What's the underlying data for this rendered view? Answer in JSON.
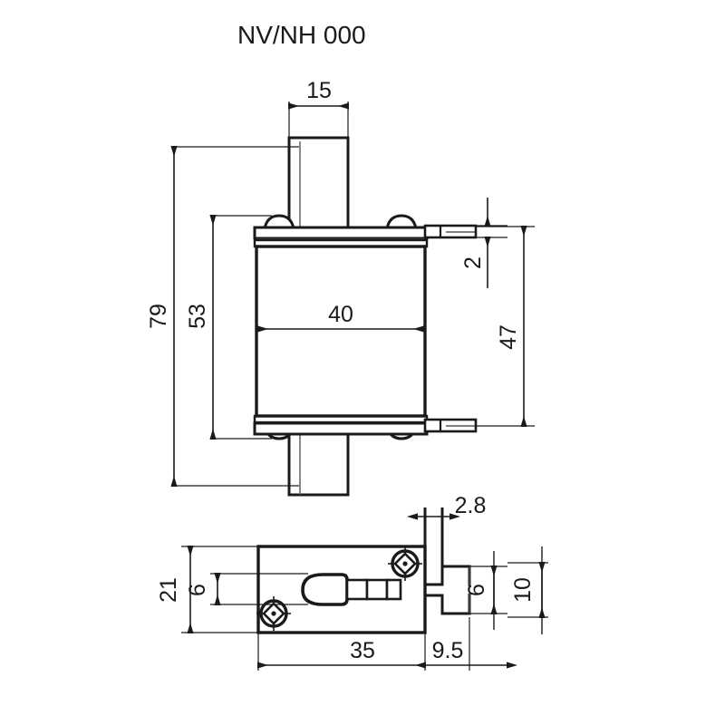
{
  "title": "NV/NH 000",
  "drawing": {
    "type": "mechanical-dimension-drawing",
    "units": "mm",
    "description": "NH fuse link dimensional drawing: front view and bottom view",
    "views": [
      {
        "name": "front-view",
        "label": ""
      },
      {
        "name": "bottom-view",
        "label": ""
      }
    ]
  },
  "dimensions": {
    "blade_width": "15",
    "overall_height": "79",
    "body_height": "53",
    "body_width": "40",
    "blade_thickness": "2",
    "contact_span": "47",
    "side_height": "21",
    "pin_height": "6",
    "blade_tab_height": "6",
    "blade_total_height": "10",
    "blade_tab_thickness": "2.8",
    "body_depth": "35",
    "blade_reach": "9.5"
  },
  "colors": {
    "line": "#1a1a1a",
    "thin_line": "#555555",
    "background": "#ffffff"
  },
  "icons": {
    "screw_top": "screw-head-icon",
    "screw_bottom": "screw-head-icon",
    "indicator": "striker-pin-icon"
  }
}
